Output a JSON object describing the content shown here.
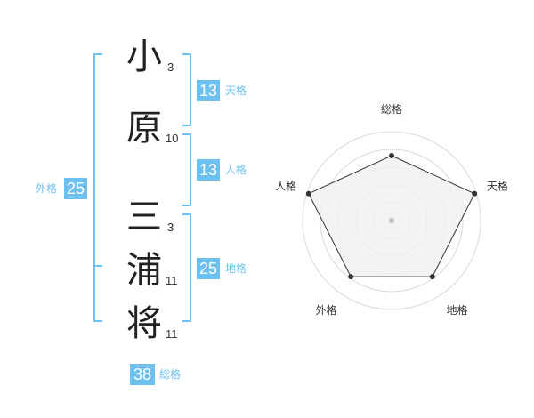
{
  "name": {
    "chars": [
      {
        "char": "小",
        "strokes": "3"
      },
      {
        "char": "原",
        "strokes": "10"
      },
      {
        "char": "三",
        "strokes": "3"
      },
      {
        "char": "浦",
        "strokes": "11"
      },
      {
        "char": "将",
        "strokes": "11"
      }
    ]
  },
  "kakusu": {
    "tenkaku": {
      "value": "13",
      "label": "天格"
    },
    "jinkaku": {
      "value": "13",
      "label": "人格"
    },
    "chikaku": {
      "value": "25",
      "label": "地格"
    },
    "gaikaku": {
      "value": "25",
      "label": "外格"
    },
    "soukaku": {
      "value": "38",
      "label": "総格"
    }
  },
  "chart_data": {
    "type": "radar",
    "axes": [
      "総格",
      "天格",
      "地格",
      "外格",
      "人格"
    ],
    "values": [
      0.73,
      0.98,
      0.78,
      0.78,
      0.98
    ],
    "rings": 5,
    "max": 1,
    "grid": true,
    "colors": {
      "accent": "#6ec1ef",
      "fill": "#f0f0f0",
      "line": "#333333",
      "grid": "#d9d9d9"
    }
  }
}
